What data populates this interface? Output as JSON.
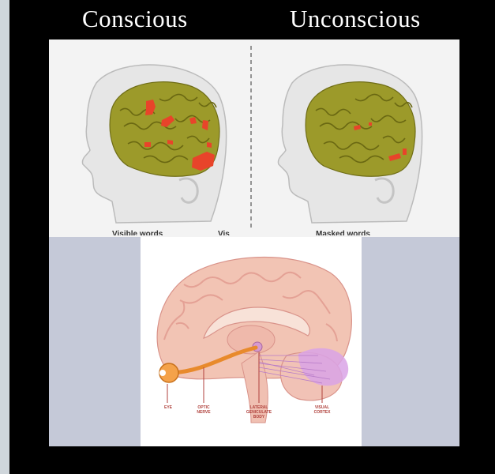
{
  "headings": {
    "left": "Conscious",
    "right": "Unconscious"
  },
  "scan_labels": {
    "left": "Visible words",
    "middle": "Vis",
    "right": "Masked words"
  },
  "anatomy_labels": {
    "eye": "EYE",
    "optic_nerve": "OPTIC NERVE",
    "lateral_geniculate": "LATERAL GENICULATE BODY",
    "visual_cortex": "VISUAL CORTEX"
  },
  "colors": {
    "background": "#000000",
    "cortex": "#9c9a2a",
    "activation": "#e8442a",
    "head": "#e4e4e4",
    "brain_section": "#f2c4b4",
    "optic_path": "#e88a2c",
    "visual_cortex": "#d9a3e6",
    "side_panel": "#c5c9d8"
  }
}
